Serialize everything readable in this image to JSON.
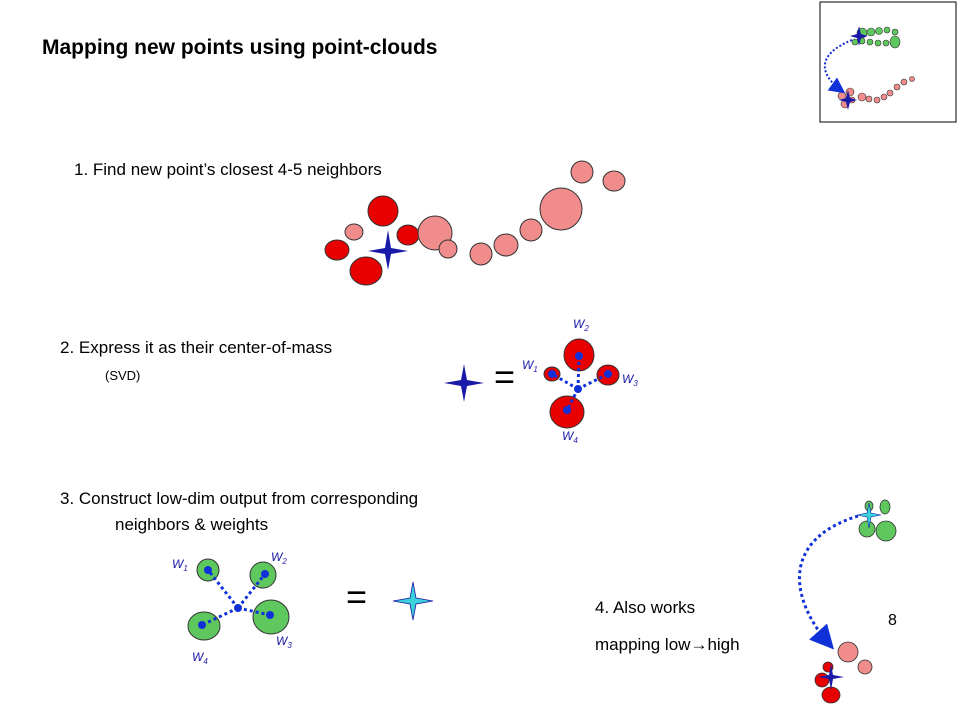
{
  "title": "Mapping new points using point-clouds",
  "steps": {
    "step1": "1. Find new point’s closest 4-5 neighbors",
    "step2": "2. Express it as their center-of-mass",
    "step2_note": "(SVD)",
    "step3_line1": "3. Construct low-dim output from corresponding",
    "step3_line2": "neighbors & weights",
    "step4_line1": "4. Also works",
    "step4_line2_a": "mapping low",
    "step4_line2_b": "high"
  },
  "equals": "=",
  "arrow_glyph": "→",
  "weights": {
    "symbol": "W",
    "subs": [
      "1",
      "2",
      "3",
      "4"
    ]
  },
  "page_number": "8",
  "colors": {
    "red_selected": "#e80000",
    "pink": "#f08c8c",
    "green": "#5ec85e",
    "star_blue": "#1a1aa8",
    "star_cyan": "#3ad2d8",
    "link_blue": "#1030d8"
  }
}
